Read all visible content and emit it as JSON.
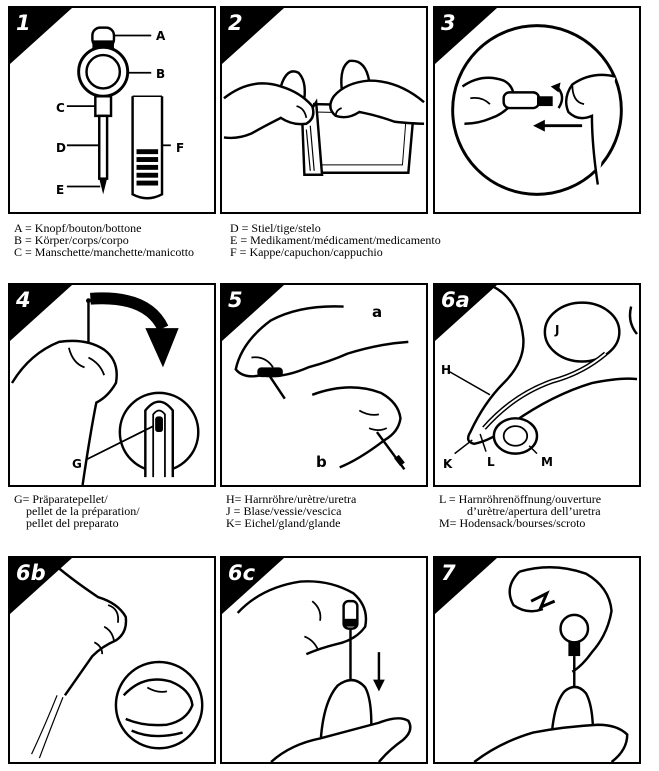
{
  "panels": {
    "p1": {
      "number": "1",
      "labels": {
        "A": "A",
        "B": "B",
        "C": "C",
        "D": "D",
        "E": "E",
        "F": "F"
      }
    },
    "p2": {
      "number": "2"
    },
    "p3": {
      "number": "3"
    },
    "p4": {
      "number": "4",
      "labels": {
        "G": "G"
      }
    },
    "p5": {
      "number": "5",
      "labels": {
        "a": "a",
        "b": "b"
      }
    },
    "p6a": {
      "number": "6a",
      "labels": {
        "H": "H",
        "J": "J",
        "K": "K",
        "L": "L",
        "M": "M"
      }
    },
    "p6b": {
      "number": "6b"
    },
    "p6c": {
      "number": "6c"
    },
    "p7": {
      "number": "7"
    }
  },
  "legend1": {
    "left": [
      "A = Knopf/bouton/bottone",
      "B = Körper/corps/corpo",
      "C = Manschette/manchette/manicotto"
    ],
    "right": [
      "D = Stiel/tige/stelo",
      "E = Medikament/médicament/medicamento",
      "F = Kappe/capuchon/cappuchio"
    ]
  },
  "legend2": {
    "col1": [
      "G= Präparatepellet/",
      "pellet de la préparation/",
      "pellet del preparato"
    ],
    "col2": [
      "H= Harnröhre/urètre/uretra",
      "J = Blase/vessie/vescica",
      "K= Eichel/gland/glande"
    ],
    "col3": [
      "L = Harnröhrenöffnung/ouverture",
      "d’urètre/apertura dell’uretra",
      "M= Hodensack/bourses/scroto"
    ]
  }
}
